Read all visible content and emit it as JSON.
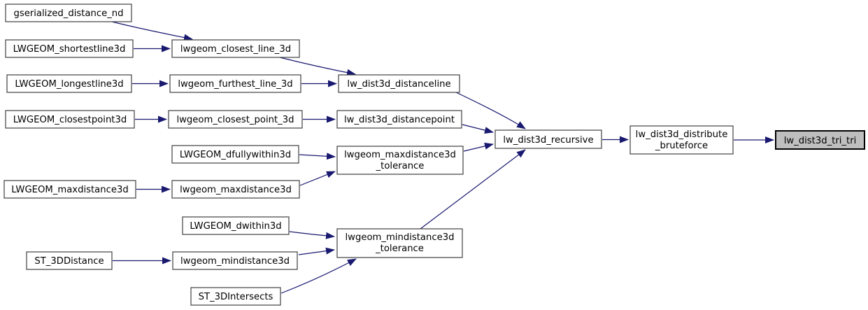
{
  "diagram": {
    "type": "call-graph",
    "colors": {
      "edge": "#191970",
      "node_border": "#404040",
      "node_fill": "#ffffff",
      "highlight_fill": "#bfbfbf",
      "highlight_border": "#000000",
      "text": "#000000",
      "background": "#ffffff"
    },
    "nodes": [
      {
        "id": "gserialized_distance_nd",
        "label": "gserialized_distance_nd"
      },
      {
        "id": "LWGEOM_shortestline3d",
        "label": "LWGEOM_shortestline3d"
      },
      {
        "id": "lwgeom_closest_line_3d",
        "label": "lwgeom_closest_line_3d"
      },
      {
        "id": "LWGEOM_longestline3d",
        "label": "LWGEOM_longestline3d"
      },
      {
        "id": "lwgeom_furthest_line_3d",
        "label": "lwgeom_furthest_line_3d"
      },
      {
        "id": "lw_dist3d_distanceline",
        "label": "lw_dist3d_distanceline"
      },
      {
        "id": "LWGEOM_closestpoint3d",
        "label": "LWGEOM_closestpoint3d"
      },
      {
        "id": "lwgeom_closest_point_3d",
        "label": "lwgeom_closest_point_3d"
      },
      {
        "id": "lw_dist3d_distancepoint",
        "label": "lw_dist3d_distancepoint"
      },
      {
        "id": "LWGEOM_dfullywithin3d",
        "label": "LWGEOM_dfullywithin3d"
      },
      {
        "id": "LWGEOM_maxdistance3d",
        "label": "LWGEOM_maxdistance3d"
      },
      {
        "id": "lwgeom_maxdistance3d",
        "label": "lwgeom_maxdistance3d"
      },
      {
        "id": "lwgeom_maxdistance3d_tolerance",
        "lines": [
          "lwgeom_maxdistance3d",
          "_tolerance"
        ]
      },
      {
        "id": "LWGEOM_dwithin3d",
        "label": "LWGEOM_dwithin3d"
      },
      {
        "id": "ST_3DDistance",
        "label": "ST_3DDistance"
      },
      {
        "id": "lwgeom_mindistance3d",
        "label": "lwgeom_mindistance3d"
      },
      {
        "id": "lwgeom_mindistance3d_tolerance",
        "lines": [
          "lwgeom_mindistance3d",
          "_tolerance"
        ]
      },
      {
        "id": "ST_3DIntersects",
        "label": "ST_3DIntersects"
      },
      {
        "id": "lw_dist3d_recursive",
        "label": "lw_dist3d_recursive"
      },
      {
        "id": "lw_dist3d_distribute_bruteforce",
        "lines": [
          "lw_dist3d_distribute",
          "_bruteforce"
        ]
      },
      {
        "id": "lw_dist3d_tri_tri",
        "label": "lw_dist3d_tri_tri",
        "highlighted": true
      }
    ],
    "edges": [
      {
        "from": "gserialized_distance_nd",
        "to": "lwgeom_closest_line_3d"
      },
      {
        "from": "LWGEOM_shortestline3d",
        "to": "lwgeom_closest_line_3d"
      },
      {
        "from": "lwgeom_closest_line_3d",
        "to": "lw_dist3d_distanceline"
      },
      {
        "from": "LWGEOM_longestline3d",
        "to": "lwgeom_furthest_line_3d"
      },
      {
        "from": "lwgeom_furthest_line_3d",
        "to": "lw_dist3d_distanceline"
      },
      {
        "from": "lw_dist3d_distanceline",
        "to": "lw_dist3d_recursive"
      },
      {
        "from": "LWGEOM_closestpoint3d",
        "to": "lwgeom_closest_point_3d"
      },
      {
        "from": "lwgeom_closest_point_3d",
        "to": "lw_dist3d_distancepoint"
      },
      {
        "from": "lw_dist3d_distancepoint",
        "to": "lw_dist3d_recursive"
      },
      {
        "from": "LWGEOM_dfullywithin3d",
        "to": "lwgeom_maxdistance3d_tolerance"
      },
      {
        "from": "LWGEOM_maxdistance3d",
        "to": "lwgeom_maxdistance3d"
      },
      {
        "from": "lwgeom_maxdistance3d",
        "to": "lwgeom_maxdistance3d_tolerance"
      },
      {
        "from": "lwgeom_maxdistance3d_tolerance",
        "to": "lw_dist3d_recursive"
      },
      {
        "from": "lwgeom_mindistance3d_tolerance",
        "to": "lw_dist3d_recursive"
      },
      {
        "from": "LWGEOM_dwithin3d",
        "to": "lwgeom_mindistance3d_tolerance"
      },
      {
        "from": "ST_3DDistance",
        "to": "lwgeom_mindistance3d"
      },
      {
        "from": "lwgeom_mindistance3d",
        "to": "lwgeom_mindistance3d_tolerance"
      },
      {
        "from": "ST_3DIntersects",
        "to": "lwgeom_mindistance3d_tolerance"
      },
      {
        "from": "lw_dist3d_recursive",
        "to": "lw_dist3d_distribute_bruteforce"
      },
      {
        "from": "lw_dist3d_distribute_bruteforce",
        "to": "lw_dist3d_tri_tri"
      }
    ]
  }
}
